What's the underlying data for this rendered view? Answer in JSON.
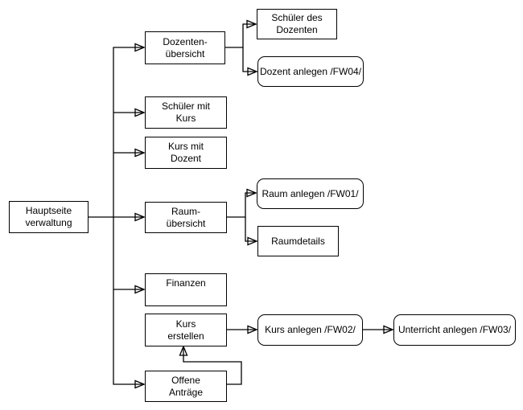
{
  "diagram": {
    "type": "flowchart-sitemap",
    "background_color": "#ffffff",
    "line_color": "#000000",
    "text_color": "#000000",
    "nodes": [
      {
        "id": "hauptseite-verwaltung",
        "label": "Hauptseite verwaltung",
        "lines": [
          "Hauptseite",
          "verwaltung"
        ],
        "shape": "rectangle"
      },
      {
        "id": "dozenten-uebersicht",
        "label": "Dozenten-übersicht",
        "lines": [
          "Dozenten-",
          "übersicht"
        ],
        "shape": "rectangle"
      },
      {
        "id": "schueler-mit-kurs",
        "label": "Schüler mit Kurs",
        "lines": [
          "Schüler mit",
          "Kurs"
        ],
        "shape": "rectangle"
      },
      {
        "id": "kurs-mit-dozent",
        "label": "Kurs mit Dozent",
        "lines": [
          "Kurs mit",
          "Dozent"
        ],
        "shape": "rectangle"
      },
      {
        "id": "raum-uebersicht",
        "label": "Raum-übersicht",
        "lines": [
          "Raum-",
          "übersicht"
        ],
        "shape": "rectangle"
      },
      {
        "id": "finanzen",
        "label": "Finanzen",
        "lines": [
          "Finanzen"
        ],
        "shape": "rectangle"
      },
      {
        "id": "kurs-erstellen",
        "label": "Kurs erstellen",
        "lines": [
          "Kurs",
          "erstellen"
        ],
        "shape": "rectangle"
      },
      {
        "id": "offene-antraege",
        "label": "Offene Anträge",
        "lines": [
          "Offene",
          "Anträge"
        ],
        "shape": "rectangle"
      },
      {
        "id": "schueler-des-dozenten",
        "label": "Schüler des Dozenten",
        "lines": [
          "Schüler des",
          "Dozenten"
        ],
        "shape": "rectangle"
      },
      {
        "id": "dozent-anlegen-fw04",
        "label": "Dozent anlegen /FW04/",
        "lines": [
          "Dozent anlegen /FW04/"
        ],
        "shape": "rounded-rectangle"
      },
      {
        "id": "raum-anlegen-fw01",
        "label": "Raum anlegen /FW01/",
        "lines": [
          "Raum anlegen /FW01/"
        ],
        "shape": "rounded-rectangle"
      },
      {
        "id": "raumdetails",
        "label": "Raumdetails",
        "lines": [
          "Raumdetails"
        ],
        "shape": "rectangle"
      },
      {
        "id": "kurs-anlegen-fw02",
        "label": "Kurs anlegen /FW02/",
        "lines": [
          "Kurs anlegen /FW02/"
        ],
        "shape": "rounded-rectangle"
      },
      {
        "id": "unterricht-anlegen-fw03",
        "label": "Unterricht anlegen /FW03/",
        "lines": [
          "Unterricht anlegen /FW03/"
        ],
        "shape": "rounded-rectangle"
      }
    ],
    "edges": [
      {
        "from": "hauptseite-verwaltung",
        "to": "raum-uebersicht"
      },
      {
        "from": "hauptseite-verwaltung",
        "to": "dozenten-uebersicht"
      },
      {
        "from": "hauptseite-verwaltung",
        "to": "schueler-mit-kurs"
      },
      {
        "from": "hauptseite-verwaltung",
        "to": "kurs-mit-dozent"
      },
      {
        "from": "hauptseite-verwaltung",
        "to": "finanzen"
      },
      {
        "from": "hauptseite-verwaltung",
        "to": "offene-antraege"
      },
      {
        "from": "dozenten-uebersicht",
        "to": "schueler-des-dozenten"
      },
      {
        "from": "dozenten-uebersicht",
        "to": "dozent-anlegen-fw04"
      },
      {
        "from": "raum-uebersicht",
        "to": "raum-anlegen-fw01"
      },
      {
        "from": "raum-uebersicht",
        "to": "raumdetails"
      },
      {
        "from": "offene-antraege",
        "to": "kurs-erstellen"
      },
      {
        "from": "kurs-erstellen",
        "to": "kurs-anlegen-fw02"
      },
      {
        "from": "kurs-anlegen-fw02",
        "to": "unterricht-anlegen-fw03"
      }
    ]
  }
}
